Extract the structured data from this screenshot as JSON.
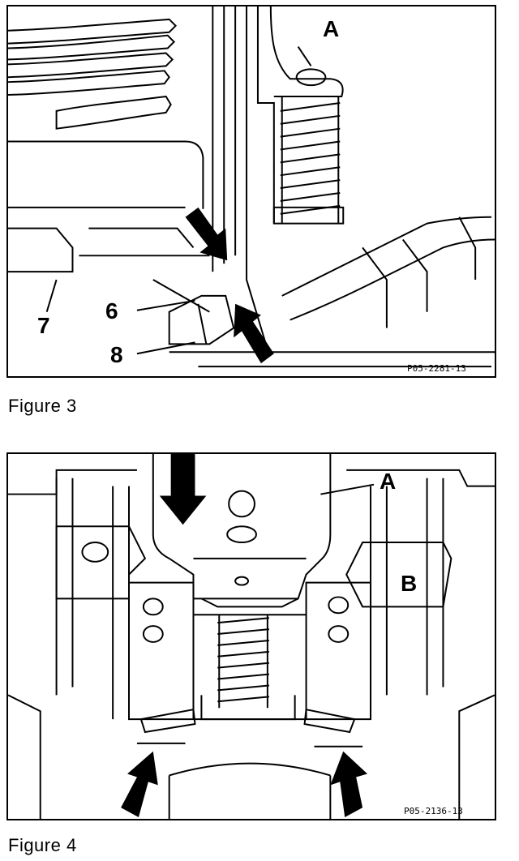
{
  "figure3": {
    "caption": "Figure 3",
    "code": "P05-2281-13",
    "callouts": {
      "a": "A",
      "n6": "6",
      "n7": "7",
      "n8": "8"
    }
  },
  "figure4": {
    "caption": "Figure 4",
    "code": "P05-2136-13",
    "callouts": {
      "a": "A",
      "b": "B"
    }
  },
  "colors": {
    "ink": "#000000",
    "paper": "#ffffff"
  }
}
